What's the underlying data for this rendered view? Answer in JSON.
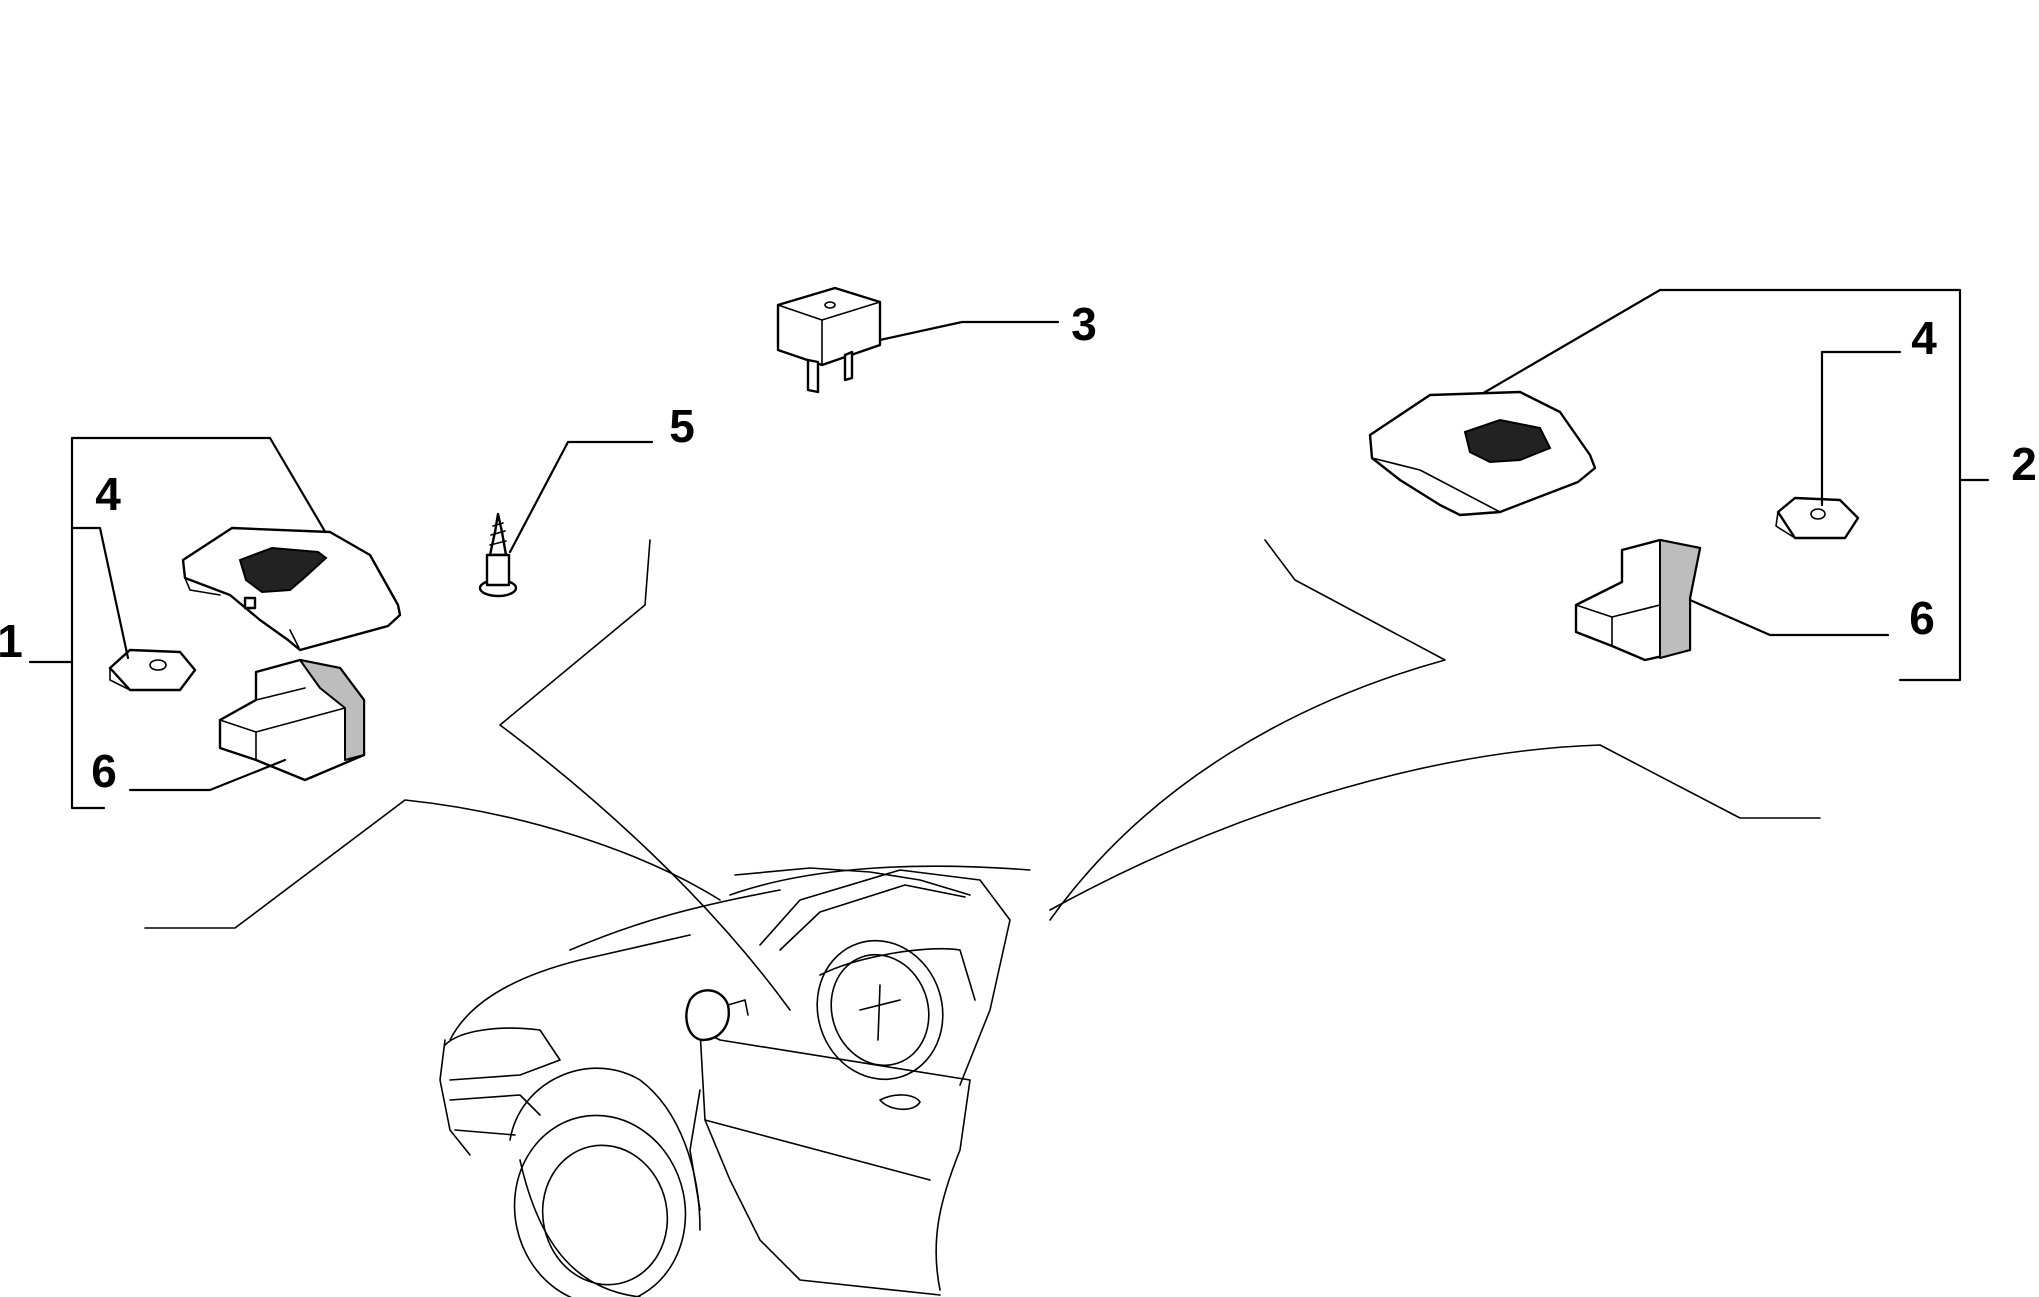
{
  "callouts": {
    "c1": "1",
    "c2": "2",
    "c3": "3",
    "c4_left": "4",
    "c4_right": "4",
    "c5": "5",
    "c6_left": "6",
    "c6_right": "6"
  },
  "parts": [
    {
      "ref": "1",
      "name": "left-switch-assembly"
    },
    {
      "ref": "2",
      "name": "right-switch-assembly"
    },
    {
      "ref": "3",
      "name": "relay"
    },
    {
      "ref": "4",
      "name": "clip"
    },
    {
      "ref": "5",
      "name": "screw"
    },
    {
      "ref": "6",
      "name": "switch-body"
    }
  ],
  "colors": {
    "line": "#000000",
    "background": "#ffffff",
    "shade": "#bdbdbd"
  }
}
